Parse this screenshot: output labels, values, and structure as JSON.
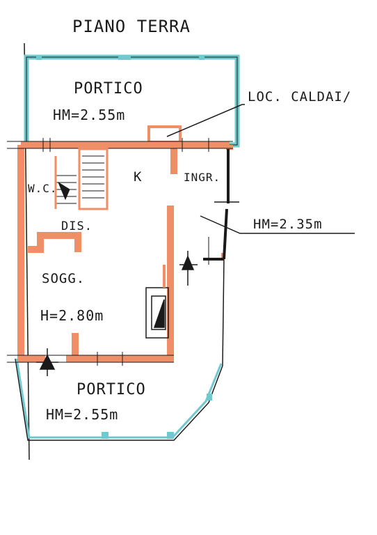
{
  "title": "PIANO TERRA",
  "rooms": {
    "portico_top": "PORTICO",
    "portico_top_height": "HM=2.55m",
    "loc_caldaia": "LOC. CALDAI/",
    "kitchen": "K",
    "ingresso": "INGR.",
    "wc": "W.C.",
    "disimpegno": "DIS.",
    "soggiorno": "SOGG.",
    "soggiorno_height": "H=2.80m",
    "ingresso_height": "HM=2.35m",
    "portico_bottom": "PORTICO",
    "portico_bottom_height": "HM=2.55m"
  },
  "colors": {
    "wall": "#f08e67",
    "portico_wall": "#6fc9cf",
    "line": "#1a1a1a"
  }
}
